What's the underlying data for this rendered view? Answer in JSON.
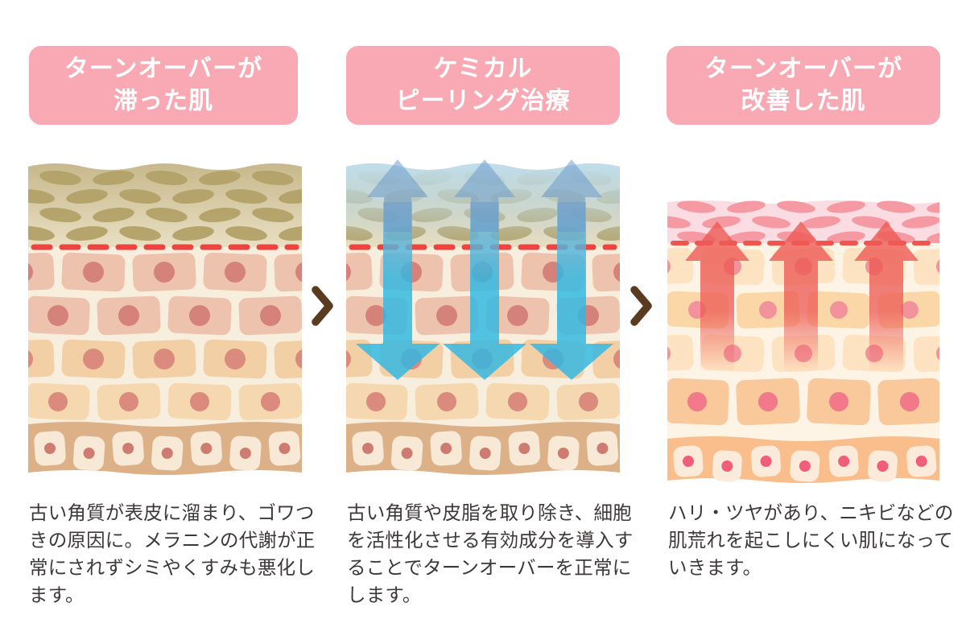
{
  "panels": [
    {
      "header": "ターンオーバーが\n滞った肌",
      "description": "古い角質が表皮に溜まり、ゴワつきの原因に。メラニンの代謝が正常にされずシミやくすみも悪化します。"
    },
    {
      "header": "ケミカル\nピーリング治療",
      "description": "古い角質や皮脂を取り除き、細胞を活性化させる有効成分を導入することでターンオーバーを正常にします。"
    },
    {
      "header": "ターンオーバーが\n改善した肌",
      "description": "ハリ・ツヤがあり、ニキビなどの肌荒れを起こしにくい肌になっていきます。"
    }
  ],
  "colors": {
    "header_bg": "#f8a9b3",
    "header_text": "#ffffff",
    "desc_text": "#3e3938",
    "chevron": "#5b3b20",
    "corneum_top": "#c7b88c",
    "corneum_bottom": "#e9dfc2",
    "corneum_cell": "#b2a167",
    "dash_red": "#ee4440",
    "epidermis_bg": "#f8eedd",
    "brick_pink": "#eec3ae",
    "brick_pink_nucleus": "#d5827b",
    "brick_peach": "#f3cfa5",
    "brick_peach_light": "#f5d7b0",
    "brick_peach_nucleus": "#db8a7e",
    "basal_band": "#ddb188",
    "basal_cell": "#f8e9d6",
    "basal_nucleus": "#ce7b71",
    "blue_overlay": "#bfe0f2",
    "up_arrow_blue": "#6396c7",
    "down_arrow_top": "#94aecb",
    "down_arrow_cyan": "#2eb8e4",
    "p3_top_bg": "#fbdce2",
    "p3_top_cell": "#f4959f",
    "p3_dash": "#f0554b",
    "p3_epidermis_bg": "#fdf4e6",
    "p3_brick_light": "#fde3c1",
    "p3_brick": "#fbd7a8",
    "p3_brick_deep": "#f9c89b",
    "p3_brick_nucleus": "#f2929b",
    "p3_brick_deep_nucleus": "#f1798a",
    "p3_band": "#f9be8c",
    "p3_band_cell": "#fcebdb",
    "p3_band_nucleus": "#f15e78",
    "p3_arrow": "#ed5b55"
  }
}
